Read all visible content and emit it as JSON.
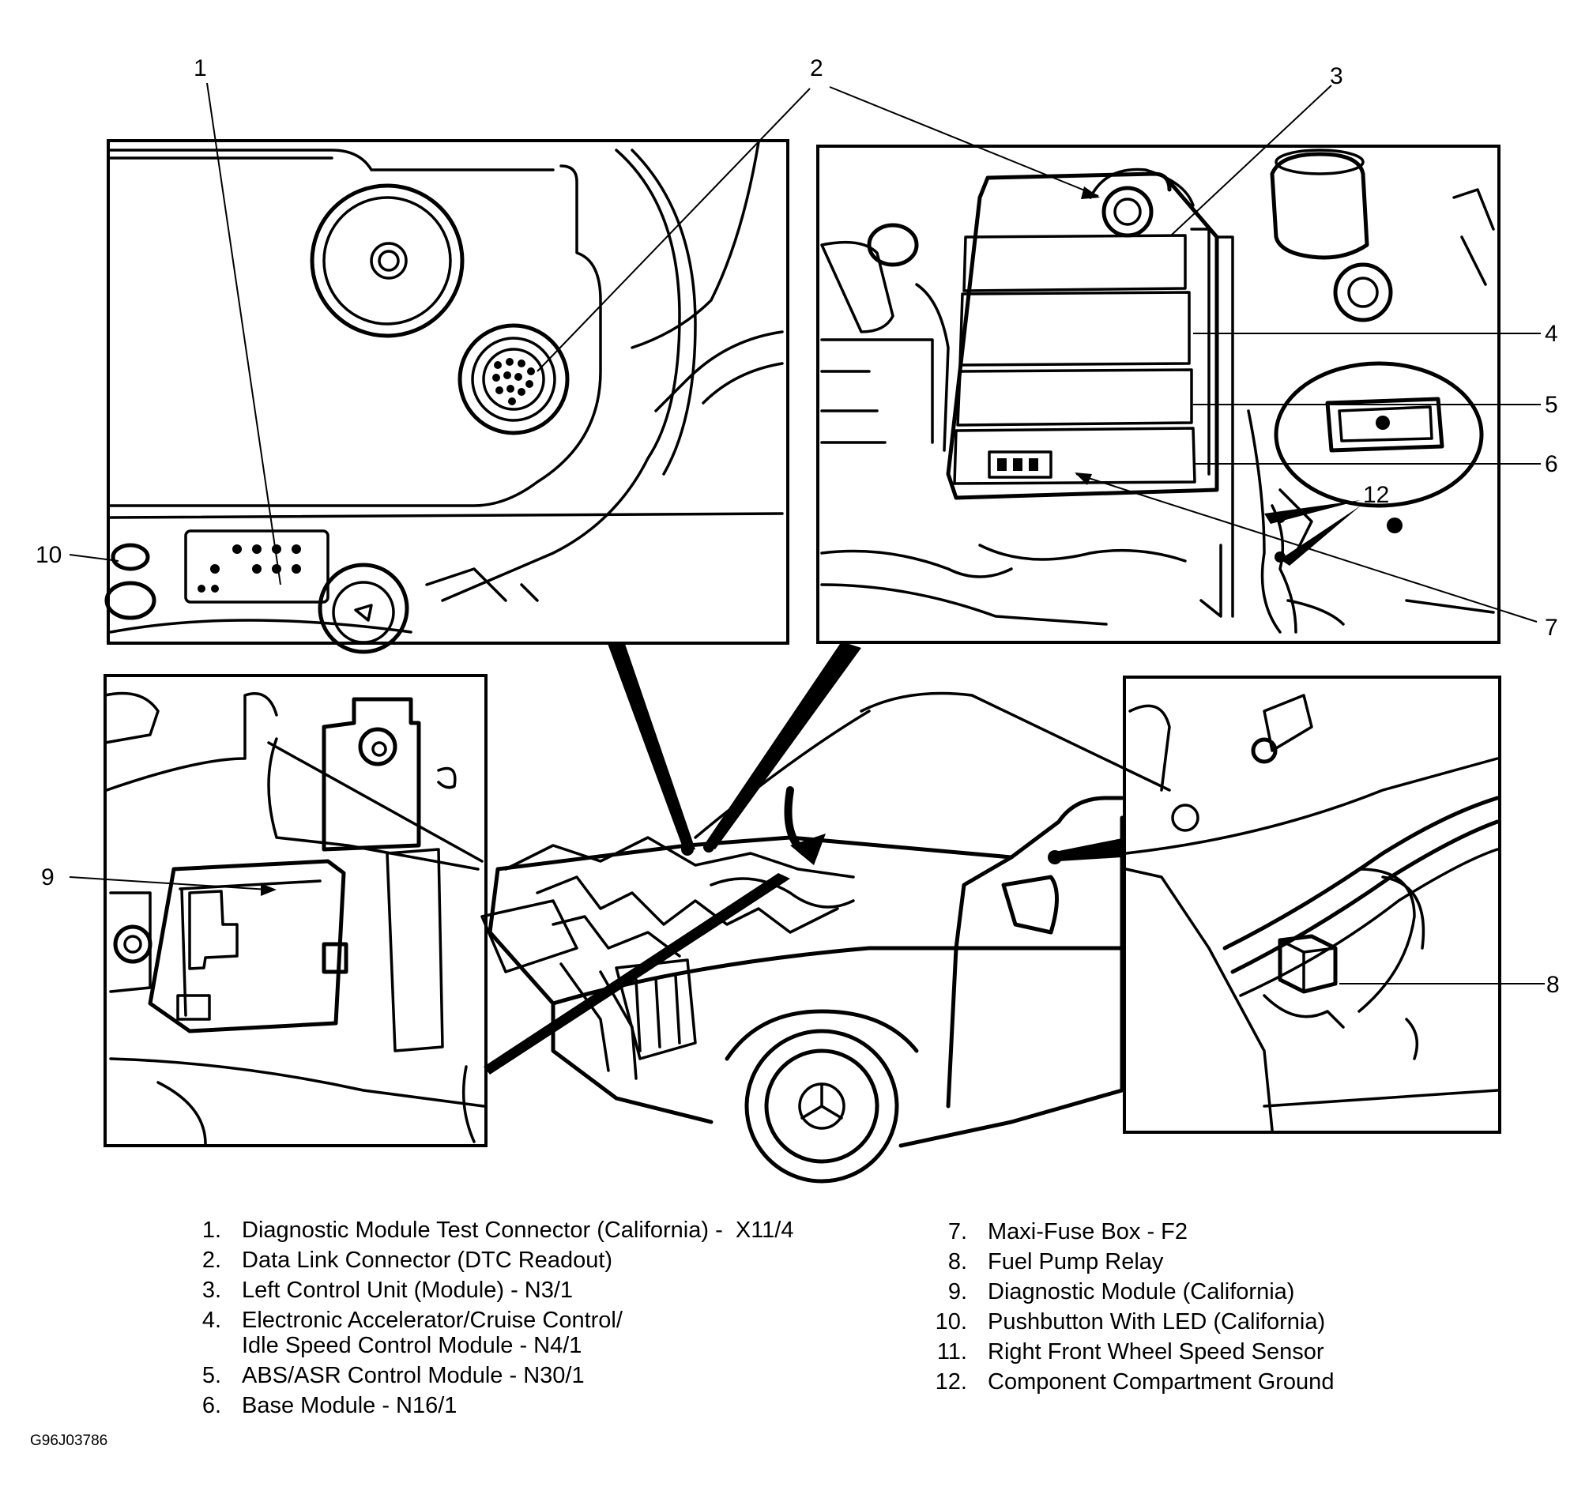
{
  "figure": {
    "id_label": "G96J03786",
    "callouts": [
      "1",
      "2",
      "3",
      "4",
      "5",
      "6",
      "7",
      "8",
      "9",
      "10",
      "12",
      "2"
    ],
    "panels": [
      {
        "name": "top-left-inset",
        "shows": [
          "1",
          "2",
          "10"
        ]
      },
      {
        "name": "top-right-inset",
        "shows": [
          "2",
          "3",
          "4",
          "5",
          "6",
          "7",
          "12"
        ]
      },
      {
        "name": "bottom-left-inset",
        "shows": [
          "9"
        ]
      },
      {
        "name": "bottom-right-inset",
        "shows": [
          "8"
        ]
      },
      {
        "name": "vehicle-overview",
        "shows": []
      }
    ]
  },
  "legend": {
    "left": [
      {
        "num": "1.",
        "text": "Diagnostic Module Test Connector (California) -  X11/4"
      },
      {
        "num": "2.",
        "text": "Data Link Connector (DTC Readout)"
      },
      {
        "num": "3.",
        "text": "Left Control Unit (Module) - N3/1"
      },
      {
        "num": "4.",
        "text": "Electronic Accelerator/Cruise Control/"
      },
      {
        "num": "",
        "text": "Idle Speed Control Module - N4/1"
      },
      {
        "num": "5.",
        "text": "ABS/ASR Control Module - N30/1"
      },
      {
        "num": "6.",
        "text": "Base Module - N16/1"
      }
    ],
    "right": [
      {
        "num": "7.",
        "text": "Maxi-Fuse Box - F2"
      },
      {
        "num": "8.",
        "text": "Fuel Pump Relay"
      },
      {
        "num": "9.",
        "text": "Diagnostic Module (California)"
      },
      {
        "num": "10.",
        "text": "Pushbutton With LED (California)"
      },
      {
        "num": "11.",
        "text": "Right Front Wheel Speed Sensor"
      },
      {
        "num": "12.",
        "text": "Component Compartment Ground"
      }
    ]
  },
  "labels": {
    "c1": "1",
    "c2": "2",
    "c3": "3",
    "c4": "4",
    "c5": "5",
    "c6": "6",
    "c7": "7",
    "c8": "8",
    "c9": "9",
    "c10": "10",
    "c12": "12"
  }
}
